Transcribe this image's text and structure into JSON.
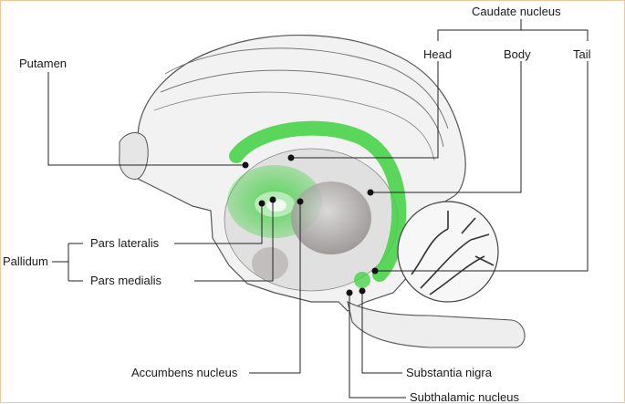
{
  "labels": {
    "caudate_nucleus": "Caudate nucleus",
    "head": "Head",
    "body": "Body",
    "tail": "Tail",
    "putamen": "Putamen",
    "pallidum": "Pallidum",
    "pars_lateralis": "Pars lateralis",
    "pars_medialis": "Pars medialis",
    "accumbens_nucleus": "Accumbens nucleus",
    "substantia_nigra": "Substantia nigra",
    "subthalamic_nucleus": "Subthalamic nucleus"
  },
  "colors": {
    "highlight_green": "#3fd23f",
    "brain_fill": "#f1f1f1",
    "outline": "#555555",
    "leader_line": "#222222",
    "frame_border": "#f0c79a"
  },
  "icons": {
    "illustration": "brain-sagittal-section"
  }
}
